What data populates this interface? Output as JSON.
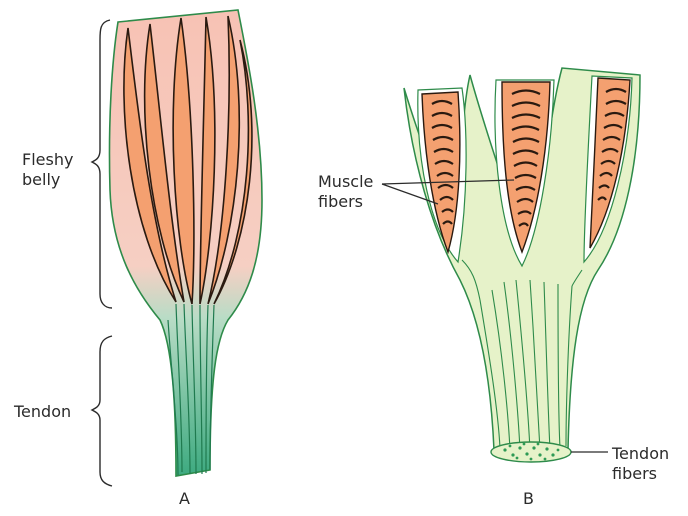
{
  "diagram": {
    "panel_a": {
      "caption": "A",
      "label_fleshy_line1": "Fleshy",
      "label_fleshy_line2": "belly",
      "label_tendon": "Tendon"
    },
    "panel_b": {
      "caption": "B",
      "label_muscle_line1": "Muscle",
      "label_muscle_line2": "fibers",
      "label_tendon_fibers_line1": "Tendon",
      "label_tendon_fibers_line2": "fibers"
    },
    "colors": {
      "muscle_fill": "#f4a070",
      "belly_pink": "#f7c9bd",
      "tendon_green": "#3fae84",
      "sheath_green": "#e6f2c9",
      "outline_green": "#2e8b4a",
      "fiber_dark": "#2a1a10"
    }
  }
}
